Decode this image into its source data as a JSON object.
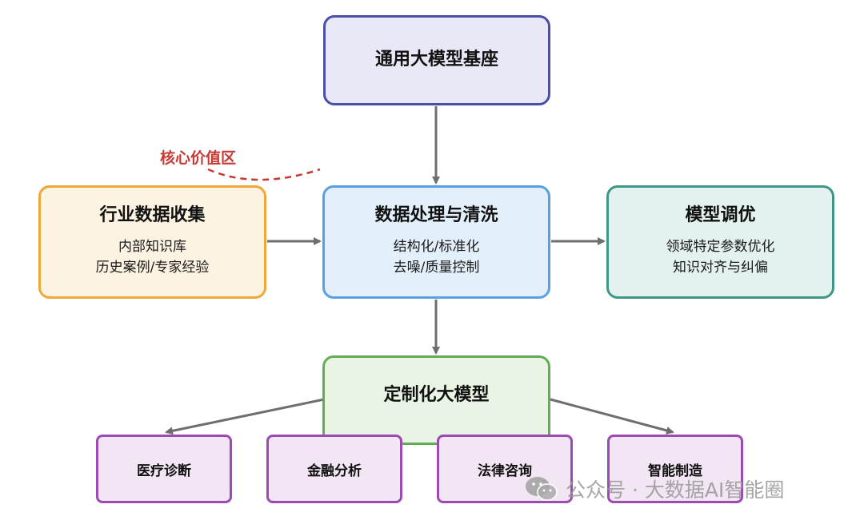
{
  "base": {
    "title": "通用大模型基座"
  },
  "collect": {
    "title": "行业数据收集",
    "lines": [
      "内部知识库",
      "历史案例/专家经验"
    ]
  },
  "process": {
    "title": "数据处理与清洗",
    "lines": [
      "结构化/标准化",
      "去噪/质量控制"
    ]
  },
  "tune": {
    "title": "模型调优",
    "lines": [
      "领域特定参数优化",
      "知识对齐与纠偏"
    ]
  },
  "custom": {
    "title": "定制化大模型"
  },
  "apps": [
    "医疗诊断",
    "金融分析",
    "法律咨询",
    "智能制造"
  ],
  "annotation": "核心价值区",
  "watermark": {
    "text": "公众号 · 大数据AI智能圈",
    "icon": "wechat-icon"
  },
  "colors": {
    "arrow": "#6e6e6e",
    "annotation": "#c53b34"
  }
}
